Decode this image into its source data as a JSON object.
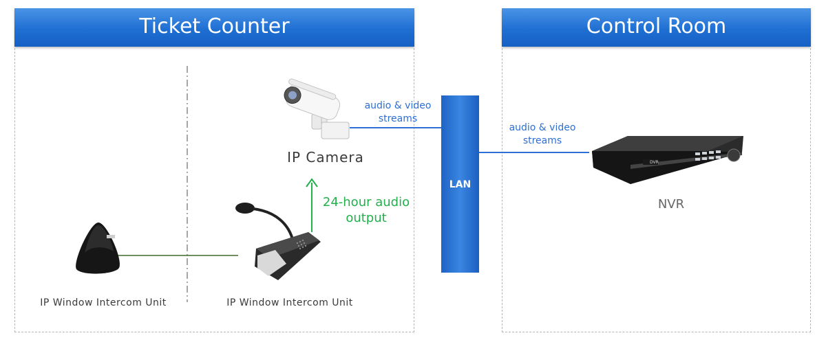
{
  "zones": {
    "ticket_counter": "Ticket Counter",
    "control_room": "Control Room"
  },
  "devices": {
    "ip_camera": "IP Camera",
    "nvr": "NVR",
    "intercom_left": "IP Window Intercom Unit",
    "intercom_right": "IP Window Intercom Unit",
    "lan": "LAN",
    "dvr_badge": "DVR"
  },
  "connections": {
    "camera_to_lan_line1": "audio & video",
    "camera_to_lan_line2": "streams",
    "lan_to_nvr_line1": "audio & video",
    "lan_to_nvr_line2": "streams",
    "audio_output_line1": "24-hour audio",
    "audio_output_line2": "output"
  },
  "colors": {
    "header_blue": "#1f6fd3",
    "stream_blue": "#2c6fd6",
    "audio_green": "#22b04b",
    "intercom_link": "#3e6b2a"
  }
}
